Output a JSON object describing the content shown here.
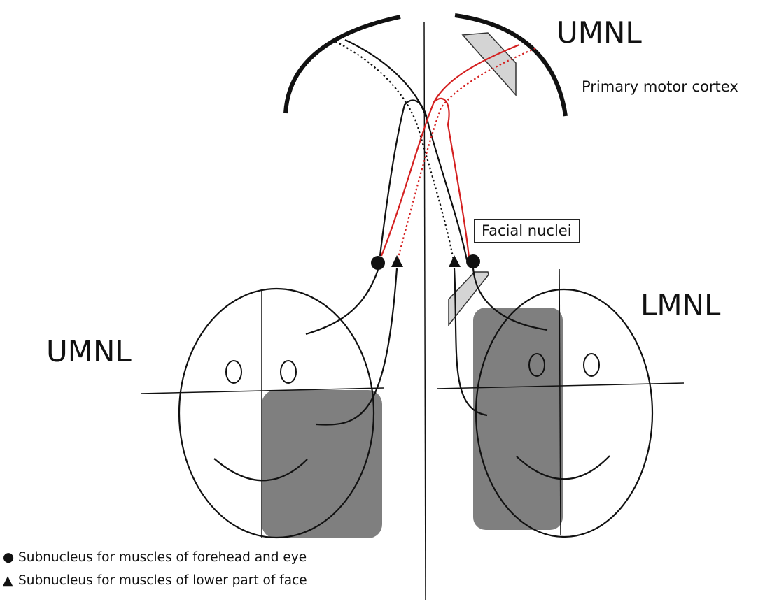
{
  "labels": {
    "umnl_top": "UMNL",
    "primary_motor_cortex": "Primary motor cortex",
    "facial_nuclei": "Facial nuclei",
    "umnl_left": "UMNL",
    "lmnl_right": "LMNL"
  },
  "legend": [
    {
      "symbol": "●",
      "text": "Subnucleus for muscles of forehead and eye"
    },
    {
      "symbol": "▲",
      "text": "Subnucleus for muscles of lower part of face"
    }
  ],
  "colors": {
    "stroke": "#111111",
    "pathway_red": "#d42020",
    "paralysis_shade": "#7f7f7f",
    "lesion_marker": "#d4d4d4"
  }
}
